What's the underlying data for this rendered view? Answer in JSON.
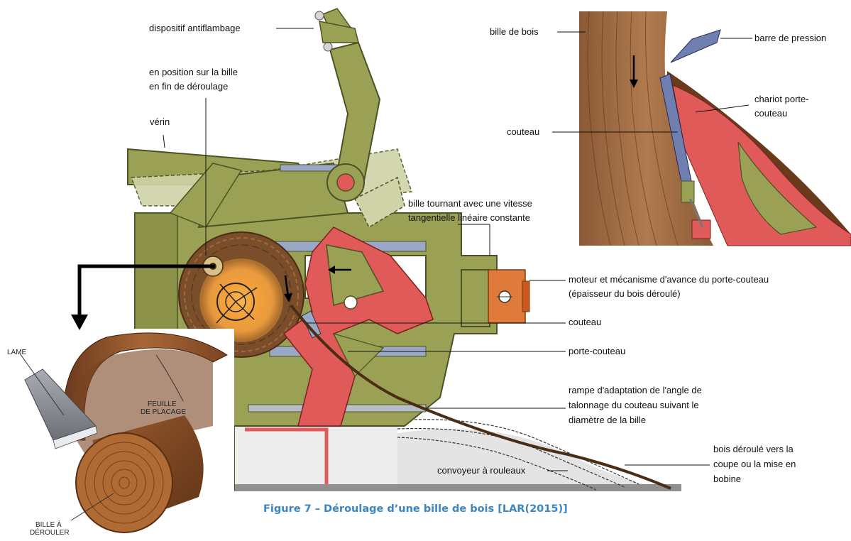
{
  "labels": {
    "antiflambage": "dispositif antiflambage",
    "position_line1": "en position sur la bille",
    "position_line2": "en fin de déroulage",
    "verin": "vérin",
    "bille_tournant_line1": "bille tournant avec une vitesse",
    "bille_tournant_line2": "tangentielle linéaire constante",
    "moteur_line1": "moteur et mécanisme d'avance du porte-couteau",
    "moteur_line2": "(épaisseur du bois déroulé)",
    "couteau_main": "couteau",
    "porte_couteau": "porte-couteau",
    "rampe_line1": "rampe d'adaptation de l'angle de",
    "rampe_line2": "talonnage du couteau suivant le",
    "rampe_line3": "diamètre de la bille",
    "convoyeur": "convoyeur à rouleaux",
    "bois_deroule_line1": "bois déroulé vers la",
    "bois_deroule_line2": "coupe ou la mise en",
    "bois_deroule_line3": "bobine"
  },
  "inset": {
    "bille_de_bois": "bille de bois",
    "barre_de_pression": "barre de pression",
    "chariot_line1": "chariot porte-",
    "chariot_line2": "couteau",
    "couteau": "couteau"
  },
  "illustration3d": {
    "lame": "LAME",
    "feuille_line1": "FEUILLE",
    "feuille_line2": "DE PLACAGE",
    "bille_line1": "BILLE À",
    "bille_line2": "DÉROULER"
  },
  "caption": "Figure 7 – Déroulage d’une bille de bois [LAR(2015)]",
  "colors": {
    "machine_green": "#9aa154",
    "machine_dark": "#4c5224",
    "knife_red": "#e15a5a",
    "wood_brown": "#7a4e2a",
    "caption_blue": "#3a86c5",
    "steel": "#9aa8c8"
  }
}
